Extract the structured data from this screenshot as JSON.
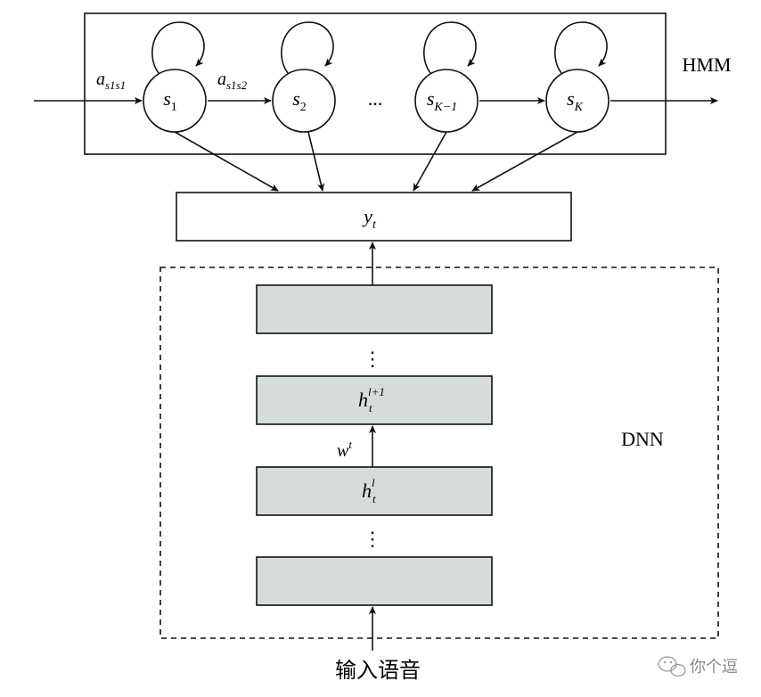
{
  "hmm": {
    "label": "HMM",
    "states": [
      {
        "base": "s",
        "sub": "1"
      },
      {
        "base": "s",
        "sub": "2"
      },
      {
        "base": "s",
        "sub": "K−1"
      },
      {
        "base": "s",
        "sub": "K"
      }
    ],
    "ellipsis": "...",
    "transitions": [
      {
        "base": "a",
        "sub": "s1s1"
      },
      {
        "base": "a",
        "sub": "s1s2"
      }
    ]
  },
  "output": {
    "base": "y",
    "sub": "t"
  },
  "dnn": {
    "label": "DNN",
    "layers": [
      {
        "base": "",
        "sup": "",
        "sub": ""
      },
      {
        "base": "h",
        "sup": "l+1",
        "sub": "t"
      },
      {
        "base": "h",
        "sup": "l",
        "sub": "t"
      },
      {
        "base": "",
        "sup": "",
        "sub": ""
      }
    ],
    "vdots": "⋮",
    "weight": {
      "base": "w",
      "sup": "t"
    }
  },
  "input_label": "输入语音",
  "watermark": {
    "icon": "wechat-icon",
    "text": "你个逗"
  },
  "colors": {
    "layer_fill": "#d6dcdc",
    "stroke": "#111111"
  }
}
